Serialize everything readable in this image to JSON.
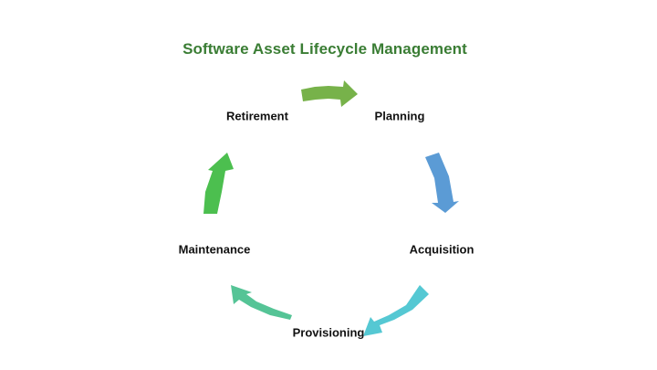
{
  "diagram": {
    "title": "Software Asset Lifecycle Management",
    "title_color": "#3a7d34",
    "stages": [
      {
        "label": "Planning"
      },
      {
        "label": "Acquisition"
      },
      {
        "label": "Provisioning"
      },
      {
        "label": "Maintenance"
      },
      {
        "label": "Retirement"
      }
    ],
    "arrows": [
      {
        "from": "Retirement",
        "to": "Planning",
        "color": "#77b24a"
      },
      {
        "from": "Planning",
        "to": "Acquisition",
        "color": "#5b9bd5"
      },
      {
        "from": "Acquisition",
        "to": "Provisioning",
        "color": "#55c8d3"
      },
      {
        "from": "Provisioning",
        "to": "Maintenance",
        "color": "#55c496"
      },
      {
        "from": "Maintenance",
        "to": "Retirement",
        "color": "#4cbf4f"
      }
    ]
  }
}
